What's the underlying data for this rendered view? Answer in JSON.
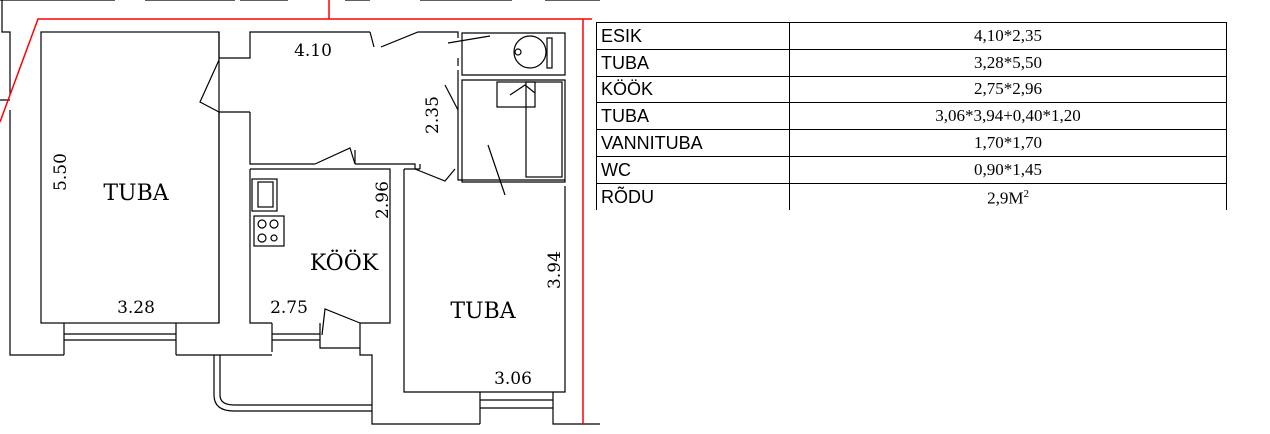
{
  "plan": {
    "rooms": [
      {
        "label": "TUBA",
        "dims": [
          "5.50",
          "3.28"
        ]
      },
      {
        "label": "KÖÖK",
        "dims": [
          "2.96",
          "2.75"
        ]
      },
      {
        "label": "TUBA",
        "dims": [
          "3.94",
          "3.06"
        ]
      }
    ],
    "corridor_dims": [
      "4.10",
      "2.35"
    ],
    "colors": {
      "boundary": "#ff0000",
      "walls": "#000000"
    }
  },
  "table": {
    "rows": [
      {
        "name": "ESIK",
        "value": "4,10*2,35"
      },
      {
        "name": "TUBA",
        "value": "3,28*5,50"
      },
      {
        "name": "KÖÖK",
        "value": "2,75*2,96"
      },
      {
        "name": "TUBA",
        "value": "3,06*3,94+0,40*1,20"
      },
      {
        "name": "VANNITUBA",
        "value": "1,70*1,70"
      },
      {
        "name": "WC",
        "value": "0,90*1,45"
      },
      {
        "name": "RÕDU",
        "value": "2,9M",
        "sup": "2"
      }
    ]
  }
}
